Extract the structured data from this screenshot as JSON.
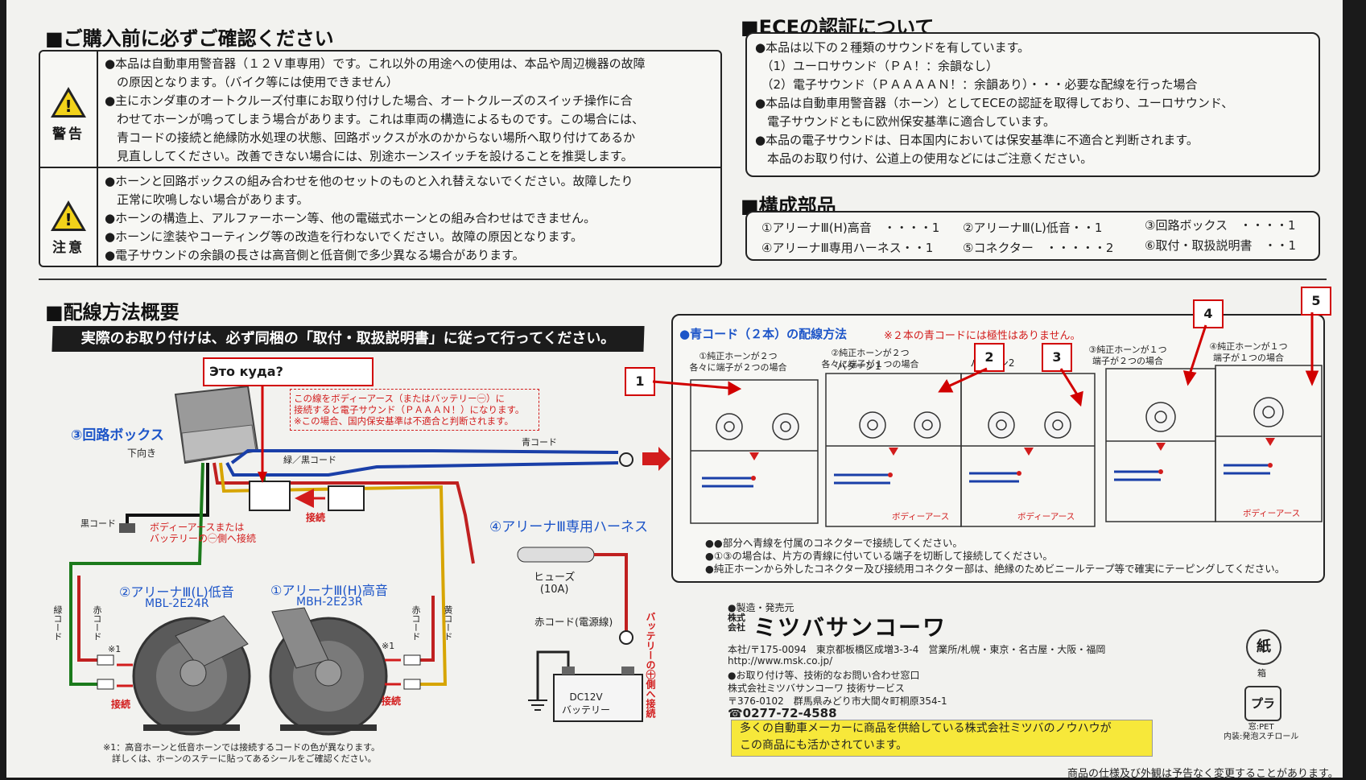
{
  "sec1": {
    "title": "■ご購入前に必ずご確認ください",
    "warning_label": "警告",
    "warning_text": "●本品は自動車用警音器（１２Ｖ車専用）です。これ以外の用途への使用は、本品や周辺機器の故障\n　の原因となります。（バイク等には使用できません）\n●主にホンダ車のオートクルーズ付車にお取り付けした場合、オートクルーズのスイッチ操作に合\n　わせてホーンが鳴ってしまう場合があります。これは車両の構造によるものです。この場合には、\n　青コードの接続と絶縁防水処理の状態、回路ボックスが水のかからない場所へ取り付けてあるか\n　見直ししてください。改善できない場合には、別途ホーンスイッチを設けることを推奨します。",
    "caution_label": "注意",
    "caution_text": "●ホーンと回路ボックスの組み合わせを他のセットのものと入れ替えないでください。故障したり\n　正常に吹鳴しない場合があります。\n●ホーンの構造上、アルファーホーン等、他の電磁式ホーンとの組み合わせはできません。\n●ホーンに塗装やコーティング等の改造を行わないでください。故障の原因となります。\n●電子サウンドの余韻の長さは高音側と低音側で多少異なる場合があります。"
  },
  "ece": {
    "title": "■ECEの認証について",
    "text": "●本品は以下の２種類のサウンドを有しています。\n　（1）ユーロサウンド（ＰＡ！：余韻なし）\n　（2）電子サウンド（ＰＡＡＡＡＮ！：余韻あり）・・・必要な配線を行った場合\n●本品は自動車用警音器（ホーン）としてECEの認証を取得しており、ユーロサウンド、\n　電子サウンドともに欧州保安基準に適合しています。\n●本品の電子サウンドは、日本国内においては保安基準に不適合と判断されます。\n　本品のお取り付け、公道上の使用などにはご注意ください。"
  },
  "parts": {
    "title": "■構成部品",
    "items": [
      "①アリーナⅢ(H)高音　・・・・1",
      "②アリーナⅢ(L)低音・・1",
      "③回路ボックス　・・・・1",
      "④アリーナⅢ専用ハーネス・・1",
      "⑤コネクター　・・・・・2",
      "⑥取付・取扱説明書　・・1"
    ]
  },
  "wiring": {
    "title": "■配線方法概要",
    "banner": "実際のお取り付けは、必ず同梱の「取付・取扱説明書」に従って行ってください。",
    "box_label": "③回路ボックス",
    "down": "下向き",
    "body_note": "この線をボディーアース（またはバッテリー㊀）に\n接続すると電子サウンド（ＰＡＡＡＮ！）になります。\n※この場合、国内保安基準は不適合と判断されます。",
    "green_black": "緑／黒コード",
    "blue_cord": "青コード",
    "black_cord": "黒コード",
    "earth_note": "ボディーアースまたは\nバッテリーの㊀側へ接続",
    "connect": "接続",
    "harness": "④アリーナⅢ専用ハーネス",
    "horn_l": "②アリーナⅢ(L)低音",
    "horn_l_model": "MBL-2E24R",
    "horn_h": "①アリーナⅢ(H)高音",
    "horn_h_model": "MBH-2E23R",
    "fuse": "ヒューズ\n(10A)",
    "red_power": "赤コード(電源線)",
    "battery_plus": "バッテリーの㊉側へ接続",
    "battery": "DC12V\nバッテリー",
    "green_cord": "緑コード",
    "red_cord": "赤コード",
    "yellow_cord": "黄コード",
    "mark1": "※1",
    "footnote": "※1：高音ホーンと低音ホーンでは接続するコードの色が異なります。\n　詳しくは、ホーンのステーに貼ってあるシールをご確認ください。"
  },
  "blue": {
    "title": "●青コード（２本）の配線方法",
    "note": "※２本の青コードには極性はありません。",
    "cap1": "①純正ホーンが２つ\n各々に端子が２つの場合",
    "cap2": "②純正ホーンが２つ\n各々に端子が１つの場合",
    "pattern1": "パターン1",
    "pattern2": "パターン2",
    "cap3": "③純正ホーンが１つ\n端子が２つの場合",
    "cap4": "④純正ホーンが１つ\n端子が１つの場合",
    "earth": "ボディーアース",
    "notes": [
      "●●部分へ青線を付属のコネクターで接続してください。",
      "●①③の場合は、片方の青線に付いている端子を切断して接続してください。",
      "●純正ホーンから外したコネクター及び接続用コネクター部は、絶縁のためビニールテープ等で確実にテーピングしてください。"
    ]
  },
  "maker": {
    "label": "●製造・発売元",
    "corp": "株式\n会社",
    "name": "ミツバサンコーワ",
    "address": "本社/〒175-0094　東京都板橋区成増3-3-4　営業所/札幌・東京・名古屋・大阪・福岡",
    "url": "http://www.msk.co.jp/",
    "inquiry": "●お取り付け等、技術的なお問い合わせ窓口",
    "tech": "株式会社ミツバサンコーワ 技術サービス",
    "addr2": "〒376-0102　群馬県みどり市大間々町桐原354-1",
    "tel": "☎0277-72-4588",
    "yellow": "多くの自動車メーカーに商品を供給している株式会社ミツバのノウハウが\nこの商品にも活かされています。",
    "recycle1": "紙",
    "recycle1_sub": "箱",
    "recycle2": "プラ",
    "recycle2_sub": "窓:PET\n内装:発泡スチロール",
    "bottom": "商品の仕様及び外観は予告なく変更することがあります。"
  },
  "annotations": {
    "question": "Это куда?",
    "n1": "1",
    "n2": "2",
    "n3": "3",
    "n4": "4",
    "n5": "5"
  }
}
